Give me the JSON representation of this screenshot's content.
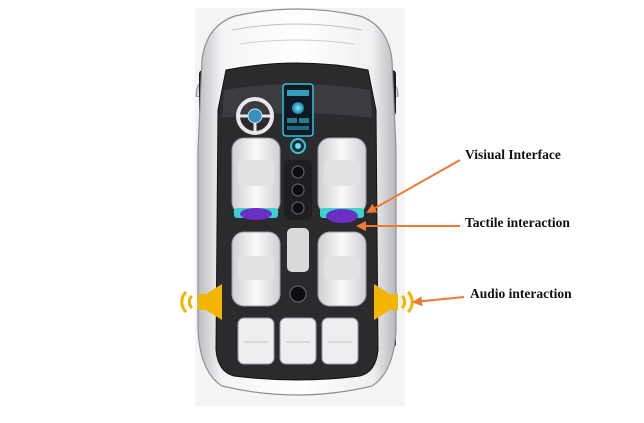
{
  "labels": {
    "visual": "Visiual Interface",
    "tactile": "Tactile interaction",
    "audio": "Audio interaction"
  },
  "colors": {
    "arrow": "#ee7a2f",
    "speaker": "#f5b400",
    "visual_screen": "#34c2e3",
    "tactile_pad": "#6d2ec6",
    "tactile_pad_base": "#3ad4cc",
    "car_body": "#e8e8ea",
    "car_interior": "#2b2b2e",
    "seat": "#f2f2f2"
  },
  "icons": [
    "car-topview-icon",
    "speaker-left-icon",
    "speaker-right-icon",
    "steering-wheel-icon",
    "center-screen-icon"
  ]
}
